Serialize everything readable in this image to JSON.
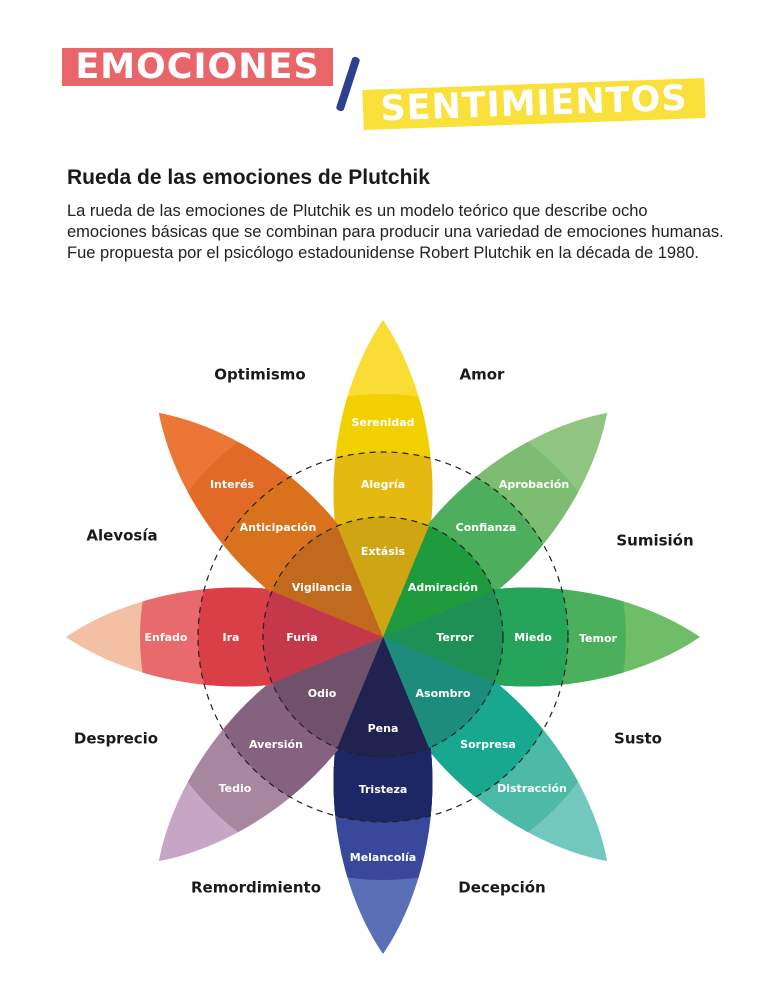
{
  "header": {
    "word1": "EMOCIONES",
    "word2": "SENTIMIENTOS"
  },
  "title": "Rueda de las emociones de Plutchik",
  "description": "La rueda de las emociones de Plutchik es un modelo teórico que describe ocho emociones básicas que se combinan para producir una variedad de emociones humanas. Fue propuesta por el psicólogo estadounidense Robert Plutchik en la década de 1980.",
  "petals": [
    {
      "inner": "Extásis",
      "middle": "Alegría",
      "outer": "Serenidad",
      "colors": [
        "#cfa514",
        "#e3b912",
        "#f2d000",
        "#f9dd34"
      ]
    },
    {
      "inner": "Admiración",
      "middle": "Confianza",
      "outer": "Aprobación",
      "colors": [
        "#1f9a3c",
        "#4daf5d",
        "#7dbd72",
        "#8fc581"
      ]
    },
    {
      "inner": "Terror",
      "middle": "Miedo",
      "outer": "Temor",
      "colors": [
        "#1e8f55",
        "#26a55a",
        "#4bb05b",
        "#70bd68"
      ]
    },
    {
      "inner": "Asombro",
      "middle": "Sorpresa",
      "outer": "Distracción",
      "colors": [
        "#1d8c7d",
        "#17a88f",
        "#4dbaa8",
        "#72c8bd"
      ]
    },
    {
      "inner": "Pena",
      "middle": "Tristeza",
      "outer": "Melancolía",
      "colors": [
        "#20234f",
        "#1e2765",
        "#39489a",
        "#5a6fb6"
      ]
    },
    {
      "inner": "Odio",
      "middle": "Aversión",
      "outer": "Tedio",
      "colors": [
        "#6f516b",
        "#85627f",
        "#a7869f",
        "#c7a6c5"
      ]
    },
    {
      "inner": "Furia",
      "middle": "Ira",
      "outer": "Enfado",
      "colors": [
        "#c5384a",
        "#d83f47",
        "#e86a6c",
        "#f3c0a4"
      ]
    },
    {
      "inner": "Vigilancia",
      "middle": "Anticipación",
      "outer": "Interés",
      "colors": [
        "#c06a1d",
        "#d9721d",
        "#e26a27",
        "#ec7636"
      ]
    }
  ],
  "dyads": [
    "Optimismo",
    "Amor",
    "Alevosía",
    "Sumisión",
    "Desprecio",
    "Susto",
    "Remordimiento",
    "Decepción"
  ]
}
